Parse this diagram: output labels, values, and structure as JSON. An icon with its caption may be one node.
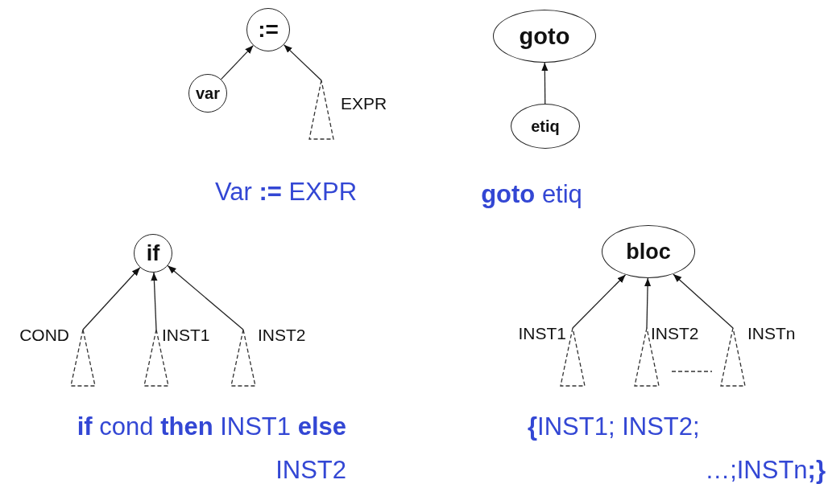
{
  "diagram": {
    "nodes": [
      {
        "text": [
          ":="
        ]
      },
      {
        "text": [
          "var"
        ]
      },
      {
        "text": [],
        "shape": "triangle",
        "beside": [
          "EXPR"
        ]
      },
      {
        "text": [
          "goto"
        ]
      },
      {
        "text": [
          "etiq"
        ]
      },
      {
        "text": [
          "if"
        ]
      },
      {
        "text": [],
        "shape": "triangle",
        "beside": [
          "COND"
        ]
      },
      {
        "text": [],
        "shape": "triangle",
        "beside": [
          "INST1"
        ]
      },
      {
        "text": [],
        "shape": "triangle",
        "beside": [
          "INST2"
        ]
      },
      {
        "text": [
          "bloc"
        ]
      },
      {
        "text": [],
        "shape": "triangle",
        "beside": [
          "INST1"
        ]
      },
      {
        "text": [],
        "shape": "triangle",
        "beside": [
          "INST2"
        ]
      },
      {
        "text": [],
        "shape": "triangle",
        "beside": [
          "INSTn"
        ]
      }
    ],
    "edges": [
      {
        "from": 1,
        "to": 0,
        "arrow": "to"
      },
      {
        "from": 2,
        "to": 0,
        "arrow": "to"
      },
      {
        "from": 4,
        "to": 3,
        "arrow": "to"
      },
      {
        "from": 6,
        "to": 5,
        "arrow": "to"
      },
      {
        "from": 7,
        "to": 5,
        "arrow": "to"
      },
      {
        "from": 8,
        "to": 5,
        "arrow": "to"
      },
      {
        "from": 10,
        "to": 9,
        "arrow": "to"
      },
      {
        "from": 11,
        "to": 9,
        "arrow": "to"
      },
      {
        "from": 12,
        "to": 9,
        "arrow": "to"
      }
    ],
    "labels": [
      "Var **:=** EXPR",
      "**goto** etiq",
      "**if** cond **then** INST1 **else** INST2",
      "**{**INST1; INST2; …;INSTn**;}**"
    ]
  }
}
